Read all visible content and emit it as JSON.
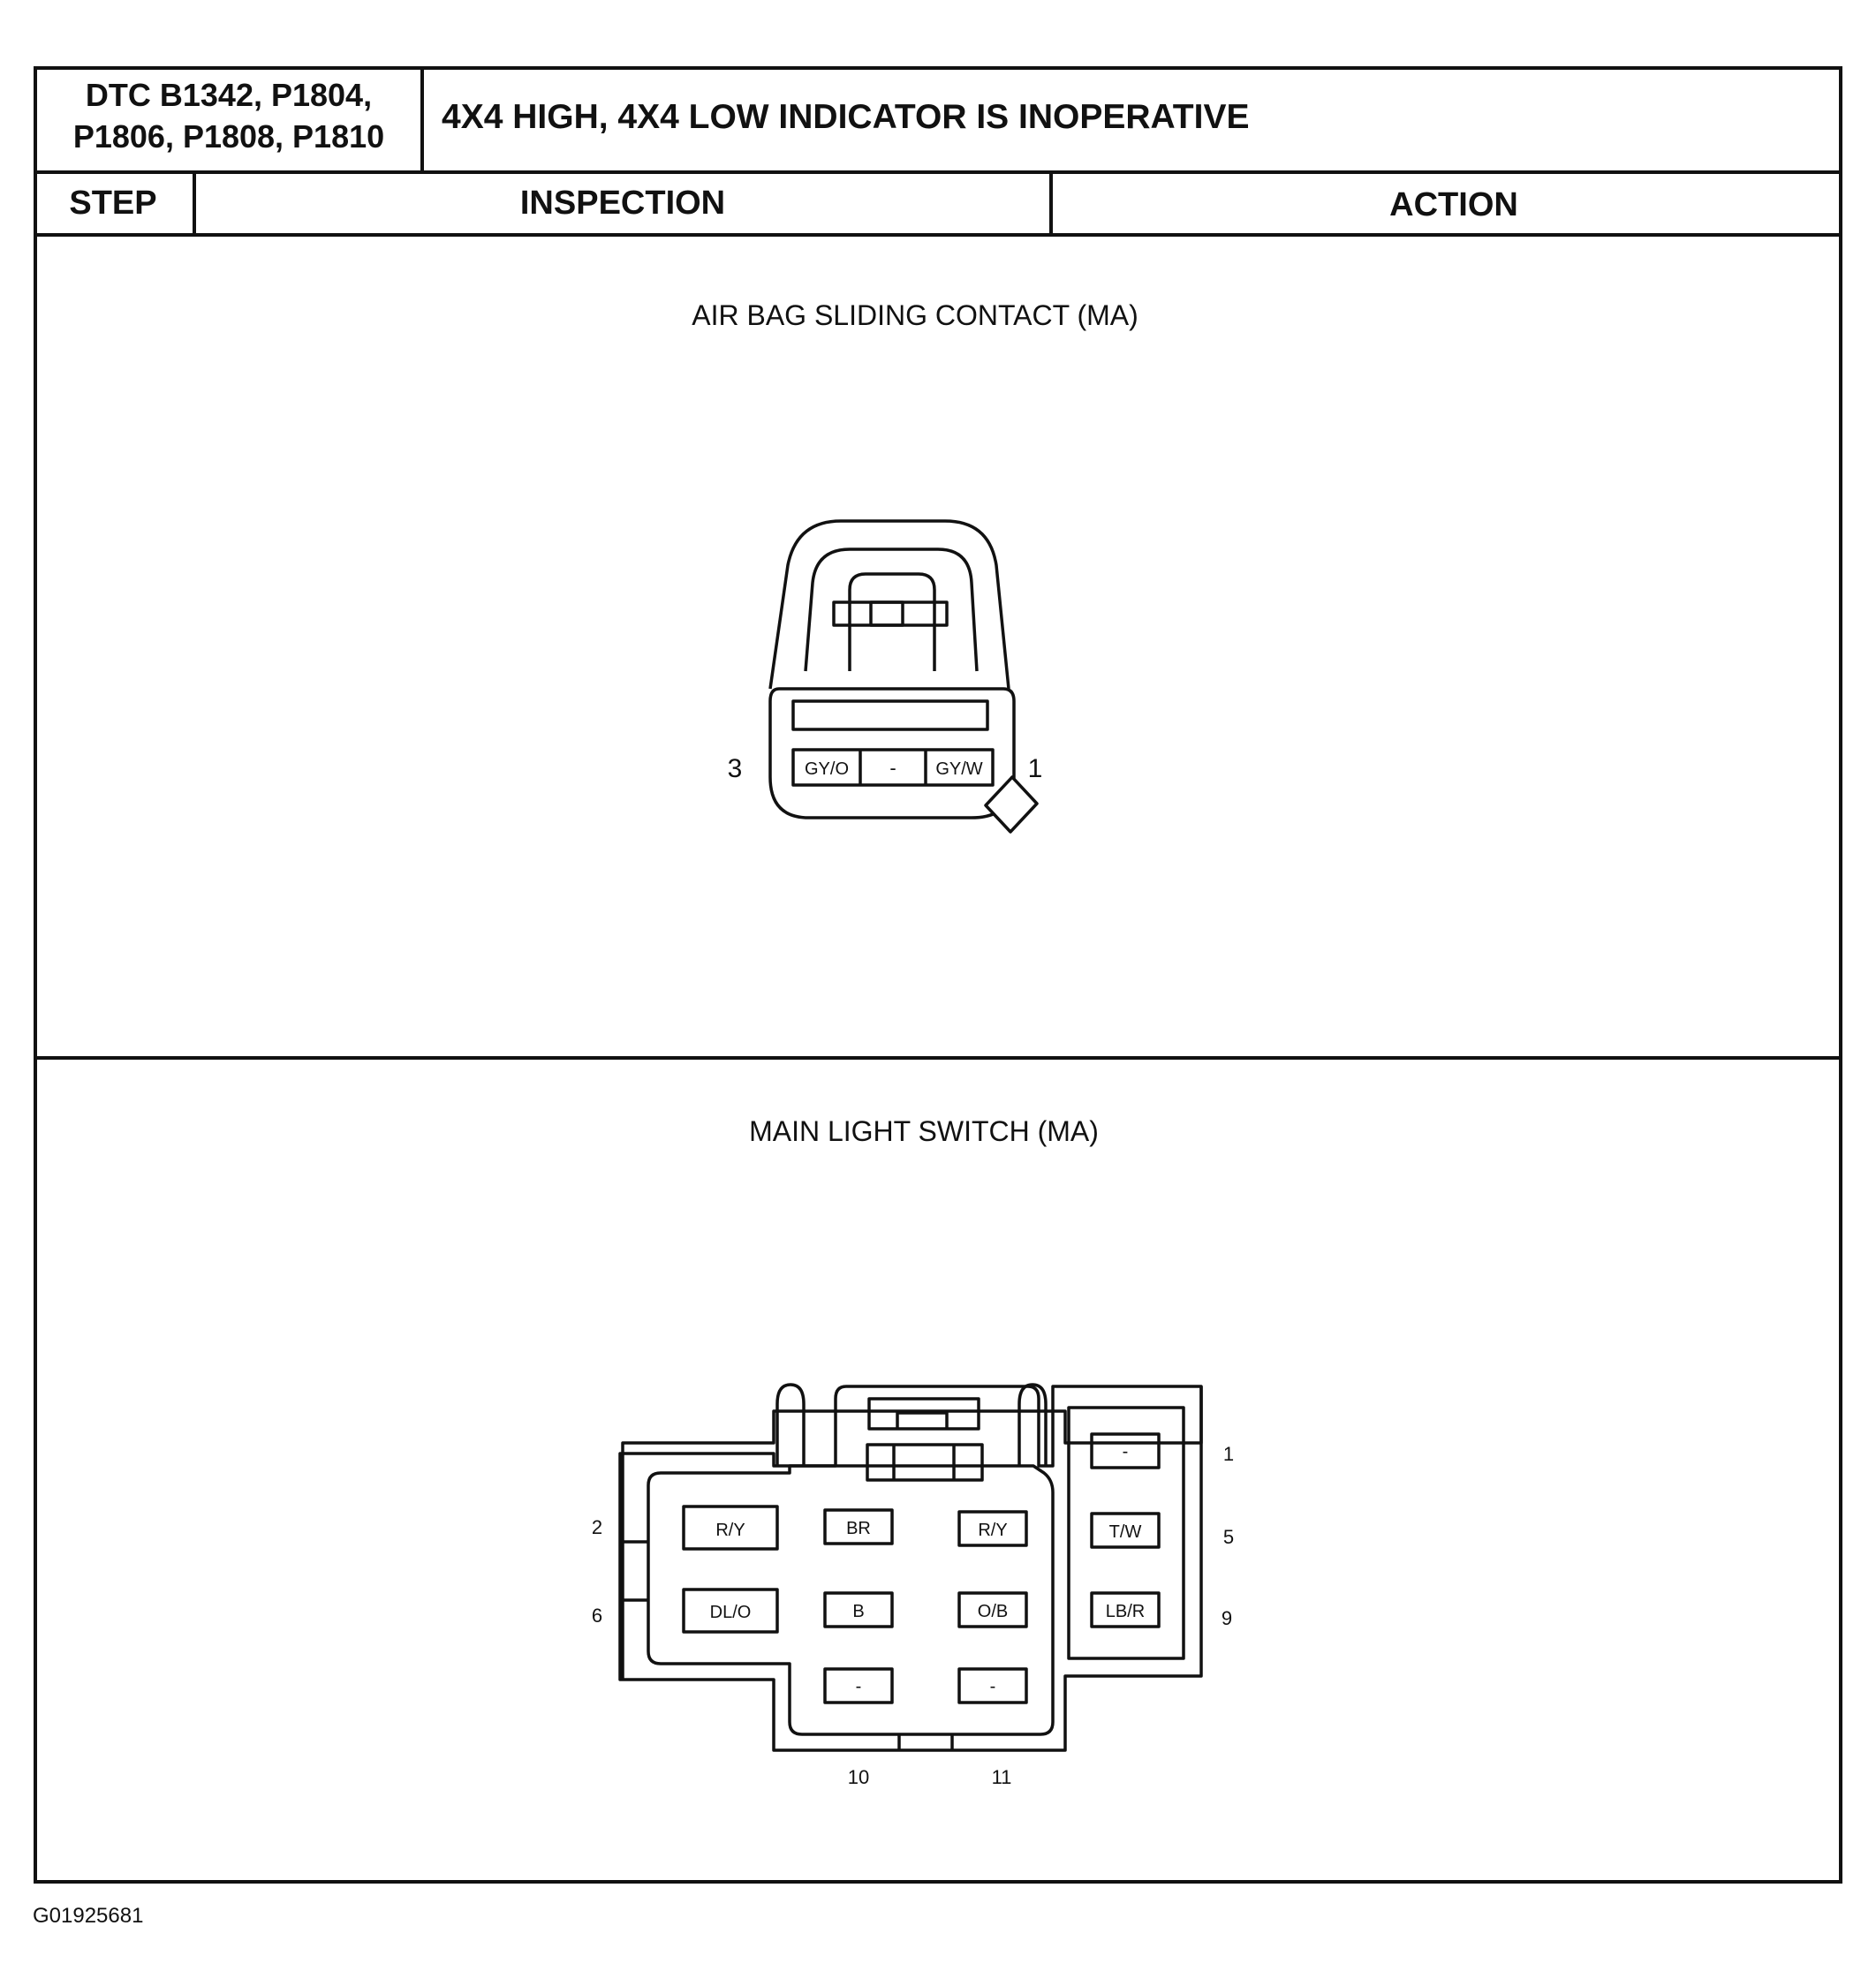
{
  "header": {
    "dtc_line1": "DTC B1342, P1804,",
    "dtc_line2": "P1806, P1808, P1810",
    "title": "4X4 HIGH, 4X4 LOW INDICATOR IS INOPERATIVE"
  },
  "columns": {
    "step": "STEP",
    "inspection": "INSPECTION",
    "action": "ACTION"
  },
  "connector1": {
    "title": "AIR BAG SLIDING CONTACT (MA)",
    "pin_left": "3",
    "pin_right": "1",
    "terminals": [
      "GY/O",
      "-",
      "GY/W"
    ]
  },
  "connector2": {
    "title": "MAIN LIGHT SWITCH (MA)",
    "pins": {
      "p1": "1",
      "p2": "2",
      "p5": "5",
      "p6": "6",
      "p9": "9",
      "p10": "10",
      "p11": "11"
    },
    "terminals": {
      "r1c1": "R/Y",
      "r1c2": "BR",
      "r1c3": "R/Y",
      "r2c1": "DL/O",
      "r2c2": "B",
      "r2c3": "O/B",
      "r3c2": "-",
      "r3c3": "-",
      "side1": "-",
      "side2": "T/W",
      "side3": "LB/R"
    }
  },
  "footer": {
    "figure_id": "G01925681"
  }
}
